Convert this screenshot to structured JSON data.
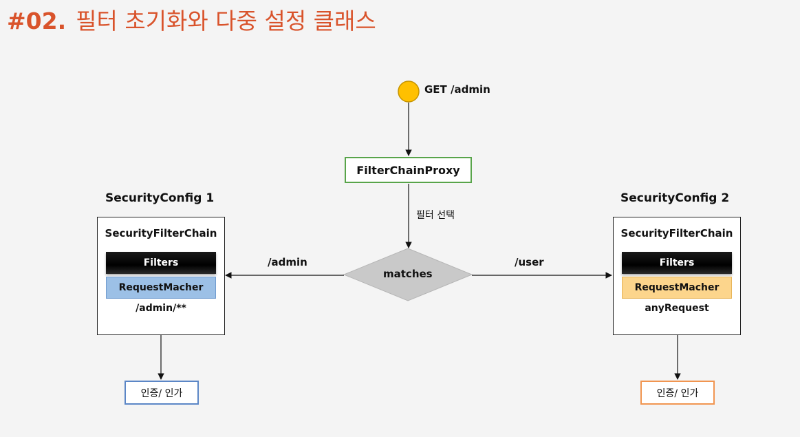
{
  "header": {
    "number": "#02.",
    "text": "필터 초기화와 다중 설정 클래스"
  },
  "request": {
    "label": "GET /admin"
  },
  "proxy": {
    "label": "FilterChainProxy"
  },
  "selection_label": "필터 선택",
  "decision": {
    "label": "matches"
  },
  "edges": {
    "left_label": "/admin",
    "right_label": "/user"
  },
  "configs": [
    {
      "title": "SecurityConfig 1",
      "chain_title": "SecurityFilterChain",
      "filters_label": "Filters",
      "matcher_label": "RequestMacher",
      "pattern": "/admin/**",
      "auth_label": "인증/ 인가",
      "matcher_color": "#9cc0e6",
      "auth_border_color": "#5b86c6"
    },
    {
      "title": "SecurityConfig 2",
      "chain_title": "SecurityFilterChain",
      "filters_label": "Filters",
      "matcher_label": "RequestMacher",
      "pattern": "anyRequest",
      "auth_label": "인증/ 인가",
      "matcher_color": "#fcd58c",
      "auth_border_color": "#f19550"
    }
  ],
  "colors": {
    "title": "#d9532b",
    "start_node": "#ffc000",
    "proxy_border": "#58a44a",
    "diamond": "#c9c9c9"
  }
}
